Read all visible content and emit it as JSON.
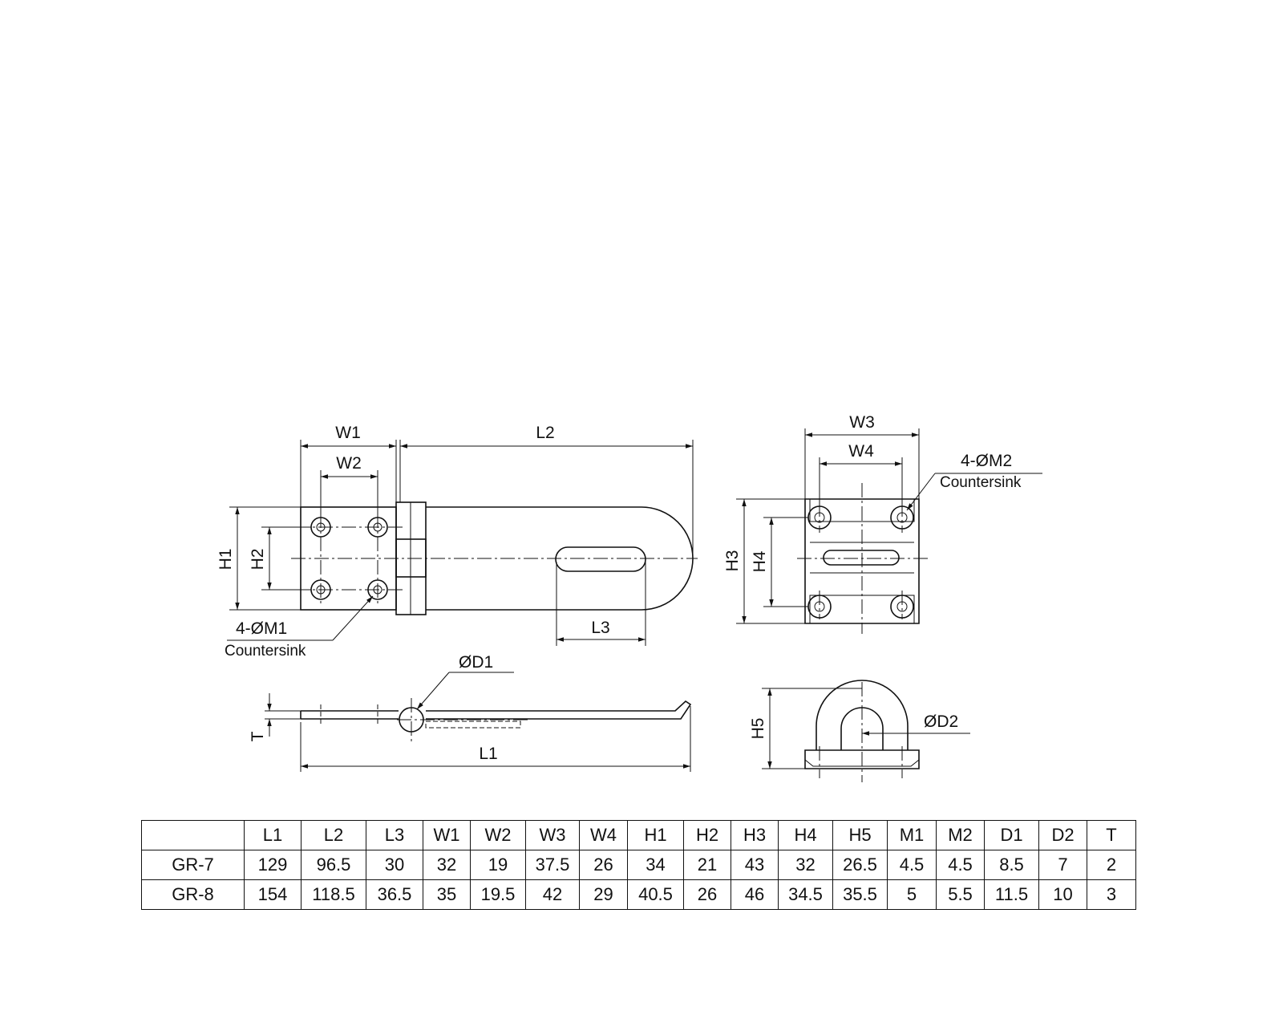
{
  "labels": {
    "W1": "W1",
    "W2": "W2",
    "L2": "L2",
    "H1": "H1",
    "H2": "H2",
    "L3": "L3",
    "M1_holes": "4-ØM1",
    "M1_note": "Countersink",
    "W3": "W3",
    "W4": "W4",
    "H3": "H3",
    "H4": "H4",
    "M2_holes": "4-ØM2",
    "M2_note": "Countersink",
    "D1": "ØD1",
    "T": "T",
    "L1": "L1",
    "H5": "H5",
    "D2": "ØD2"
  },
  "table": {
    "headers": [
      "",
      "L1",
      "L2",
      "L3",
      "W1",
      "W2",
      "W3",
      "W4",
      "H1",
      "H2",
      "H3",
      "H4",
      "H5",
      "M1",
      "M2",
      "D1",
      "D2",
      "T"
    ],
    "rows": [
      [
        "GR-7",
        "129",
        "96.5",
        "30",
        "32",
        "19",
        "37.5",
        "26",
        "34",
        "21",
        "43",
        "32",
        "26.5",
        "4.5",
        "4.5",
        "8.5",
        "7",
        "2"
      ],
      [
        "GR-8",
        "154",
        "118.5",
        "36.5",
        "35",
        "19.5",
        "42",
        "29",
        "40.5",
        "26",
        "46",
        "34.5",
        "35.5",
        "5",
        "5.5",
        "11.5",
        "10",
        "3"
      ]
    ]
  }
}
